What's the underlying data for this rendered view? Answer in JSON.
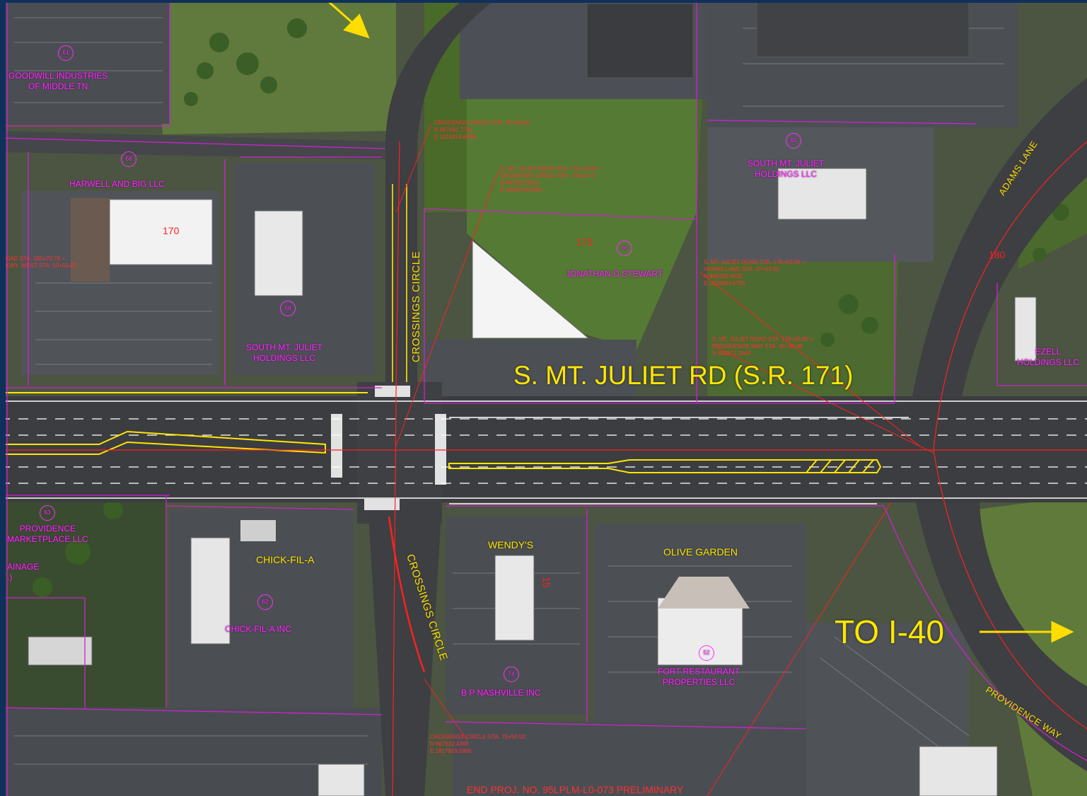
{
  "map": {
    "main_road_label": "S. MT. JULIET RD (S.R. 171)",
    "direction_label": "TO I-40",
    "streets": {
      "crossings_north": "CROSSINGS CIRCLE",
      "crossings_south": "CROSSINGS CIRCLE",
      "adams": "ADAMS LANE",
      "providence": "PROVIDENCE WAY"
    },
    "owners": {
      "goodwill": "GOODWILL INDUSTRIES\nOF MIDDLE TN",
      "harwell": "HARWELL AND BIG LLC",
      "smj_1": "SOUTH MT. JULIET\nHOLDINGS LLC",
      "smj_2": "SOUTH MT. JULIET\nHOLDINGS LLC",
      "stewart": "JONATHAN D STEWART",
      "ezell": "EZELL\nHOLDINGS LLC",
      "providence_mkt": "PROVIDENCE\nMARKETPLACE LLC",
      "drainage": "AINAGE\n.)",
      "chick_inc": "CHICK-FIL-A INC",
      "bp": "B P NASHVILLE INC",
      "fort": "FORT RESTAURANT\nPROPERTIES LLC"
    },
    "parcel_numbers": {
      "p170": "170",
      "p175": "175",
      "p180": "180",
      "p15": "15"
    },
    "parcel_circles": {
      "c61": "61",
      "c68": "68",
      "c58": "58",
      "c66": "66",
      "c65": "65",
      "c63": "63",
      "c62": "62",
      "c74": "74",
      "c52": "52"
    },
    "businesses": {
      "wendys": "WENDY'S",
      "olive": "OLIVE GARDEN",
      "chick": "CHICK-FIL-A"
    },
    "stations": {
      "cc_north": "CROSSINGS CIRCLE STA. 70+00.00\nN 667661.7781\nE 1818474.8488",
      "smj_cc": "S. MT. JULIET ROAD STA. 173+74.05 =\nCROSSINGS CIRCLE STA. 73+04.72\nN 667615.5814\nE 1818769.0923",
      "west": "OAD STA. 165+70.78 =\nKWY. WEST STA. 50+50.07",
      "adams": "S. MT. JULIET ROAD STA. 176+53.06 =\nADAMS LANE STA. 47+63.60\nN 866299.6530\nE 1818864.6793",
      "providence": "S. MT. JULIET ROAD STA. 179+35.80 =\nPROVIDENCE WAY STA. 40+30.08\nN 666372.1664",
      "cc_south": "CROSSINGS CIRCLE STA. 75+50.00\nN 667632.4368\nE 1817919.5906"
    },
    "end_note": "END PROJ. NO. 95LPLM-L0-073 PRELIMINARY",
    "colors": {
      "owner_text": "#ff2bff",
      "station_text": "#ff3030",
      "road_label": "#ffe600",
      "frame": "#10305c"
    }
  }
}
